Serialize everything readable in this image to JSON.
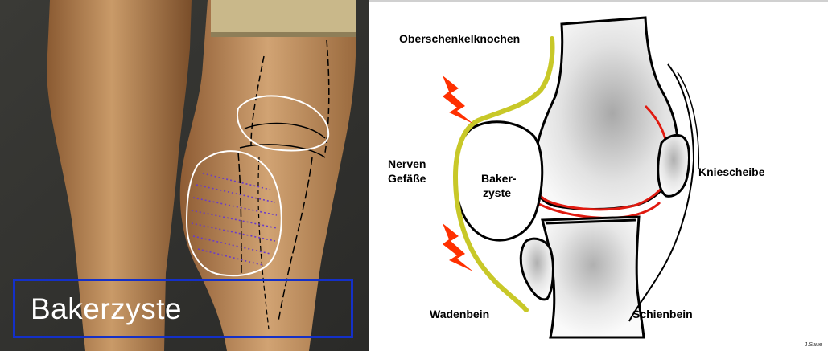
{
  "photo": {
    "caption": "Bakerzyste"
  },
  "diagram": {
    "labels": {
      "femur": "Oberschenkelknochen",
      "nerves": "Nerven",
      "vessels": "Gefäße",
      "cyst_line1": "Baker-",
      "cyst_line2": "zyste",
      "patella": "Kniescheibe",
      "fibula": "Wadenbein",
      "tibia": "Schienbein"
    },
    "credit": "J.Saue"
  },
  "colors": {
    "caption_border": "#1430c8",
    "nerve_line": "#c8c828",
    "cartilage": "#e01a10",
    "lightning": "#ff3000",
    "cyst_hatch": "#6a3cc8"
  }
}
